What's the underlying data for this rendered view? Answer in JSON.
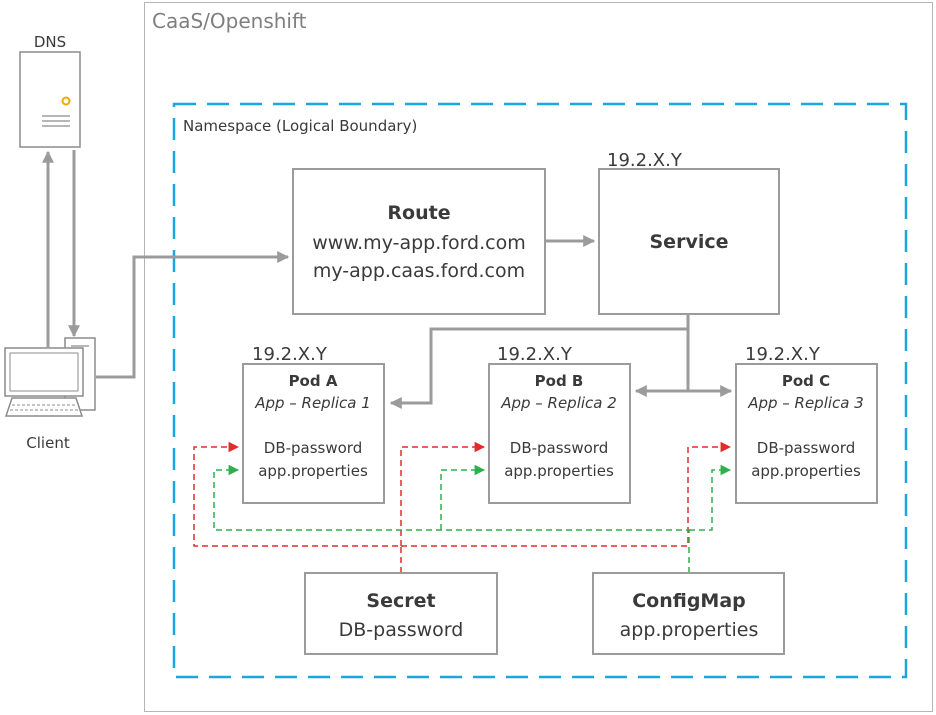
{
  "colors": {
    "box_stroke": "#9b9b9b",
    "namespace_dash": "#1aa6df",
    "secret_dash": "#e32b2b",
    "configmap_dash": "#2db04b",
    "dns_dot": "#f2a900",
    "text": "#3a3a3a"
  },
  "caas": {
    "title": "CaaS/Openshift"
  },
  "namespace": {
    "title": "Namespace (Logical Boundary)"
  },
  "dns": {
    "label": "DNS",
    "icon": "server-icon"
  },
  "client": {
    "label": "Client",
    "icon": "computer-icon"
  },
  "route": {
    "title": "Route",
    "host1": "www.my-app.ford.com",
    "host2": "my-app.caas.ford.com"
  },
  "service": {
    "title": "Service",
    "ip": "19.2.X.Y"
  },
  "pods": [
    {
      "ip": "19.2.X.Y",
      "title": "Pod A",
      "replica": "App – Replica 1",
      "secret": "DB-password",
      "config": "app.properties"
    },
    {
      "ip": "19.2.X.Y",
      "title": "Pod B",
      "replica": "App – Replica 2",
      "secret": "DB-password",
      "config": "app.properties"
    },
    {
      "ip": "19.2.X.Y",
      "title": "Pod C",
      "replica": "App – Replica 3",
      "secret": "DB-password",
      "config": "app.properties"
    }
  ],
  "secret": {
    "title": "Secret",
    "value": "DB-password"
  },
  "configmap": {
    "title": "ConfigMap",
    "value": "app.properties"
  }
}
